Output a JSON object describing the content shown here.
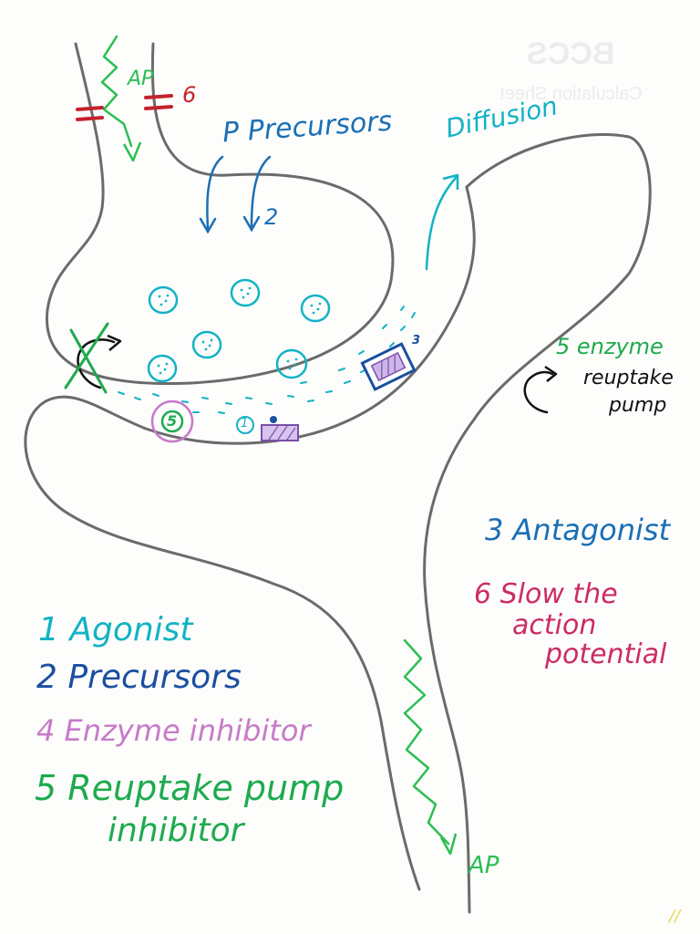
{
  "colors": {
    "outline": "#6b6b6b",
    "teal": "#12b3c4",
    "blue": "#1a6fb5",
    "green": "#1eaa4e",
    "pink": "#cc2c63",
    "purple": "#c77ac9",
    "red": "#c4232d",
    "violet": "#7b4fa8",
    "black": "#111111"
  },
  "diagram": {
    "ap_top": "AP",
    "ap_bottom": "AP",
    "marker_6": "6",
    "precursors_label": "P Precursors",
    "precursor_arrow_num": "2",
    "diffusion_label": "Diffusion",
    "receptor_3_num": "3",
    "agonist_1_num": "1",
    "enzyme_badge": "5",
    "enzyme_label": "5 enzyme",
    "reuptake_pump_line1": "reuptake",
    "reuptake_pump_line2": "pump"
  },
  "legend": {
    "item1": "1 Agonist",
    "item2": "2 Precursors",
    "item3": "3 Antagonist",
    "item4": "4 Enzyme inhibitor",
    "item5_line1": "5 Reuptake pump",
    "item5_line2": "inhibitor",
    "item6_line1": "6 Slow the",
    "item6_line2": "action",
    "item6_line3": "potential"
  },
  "bleed_through": {
    "logo": "BCCS",
    "title": "Calculation Sheet"
  },
  "corner_mark": "//"
}
